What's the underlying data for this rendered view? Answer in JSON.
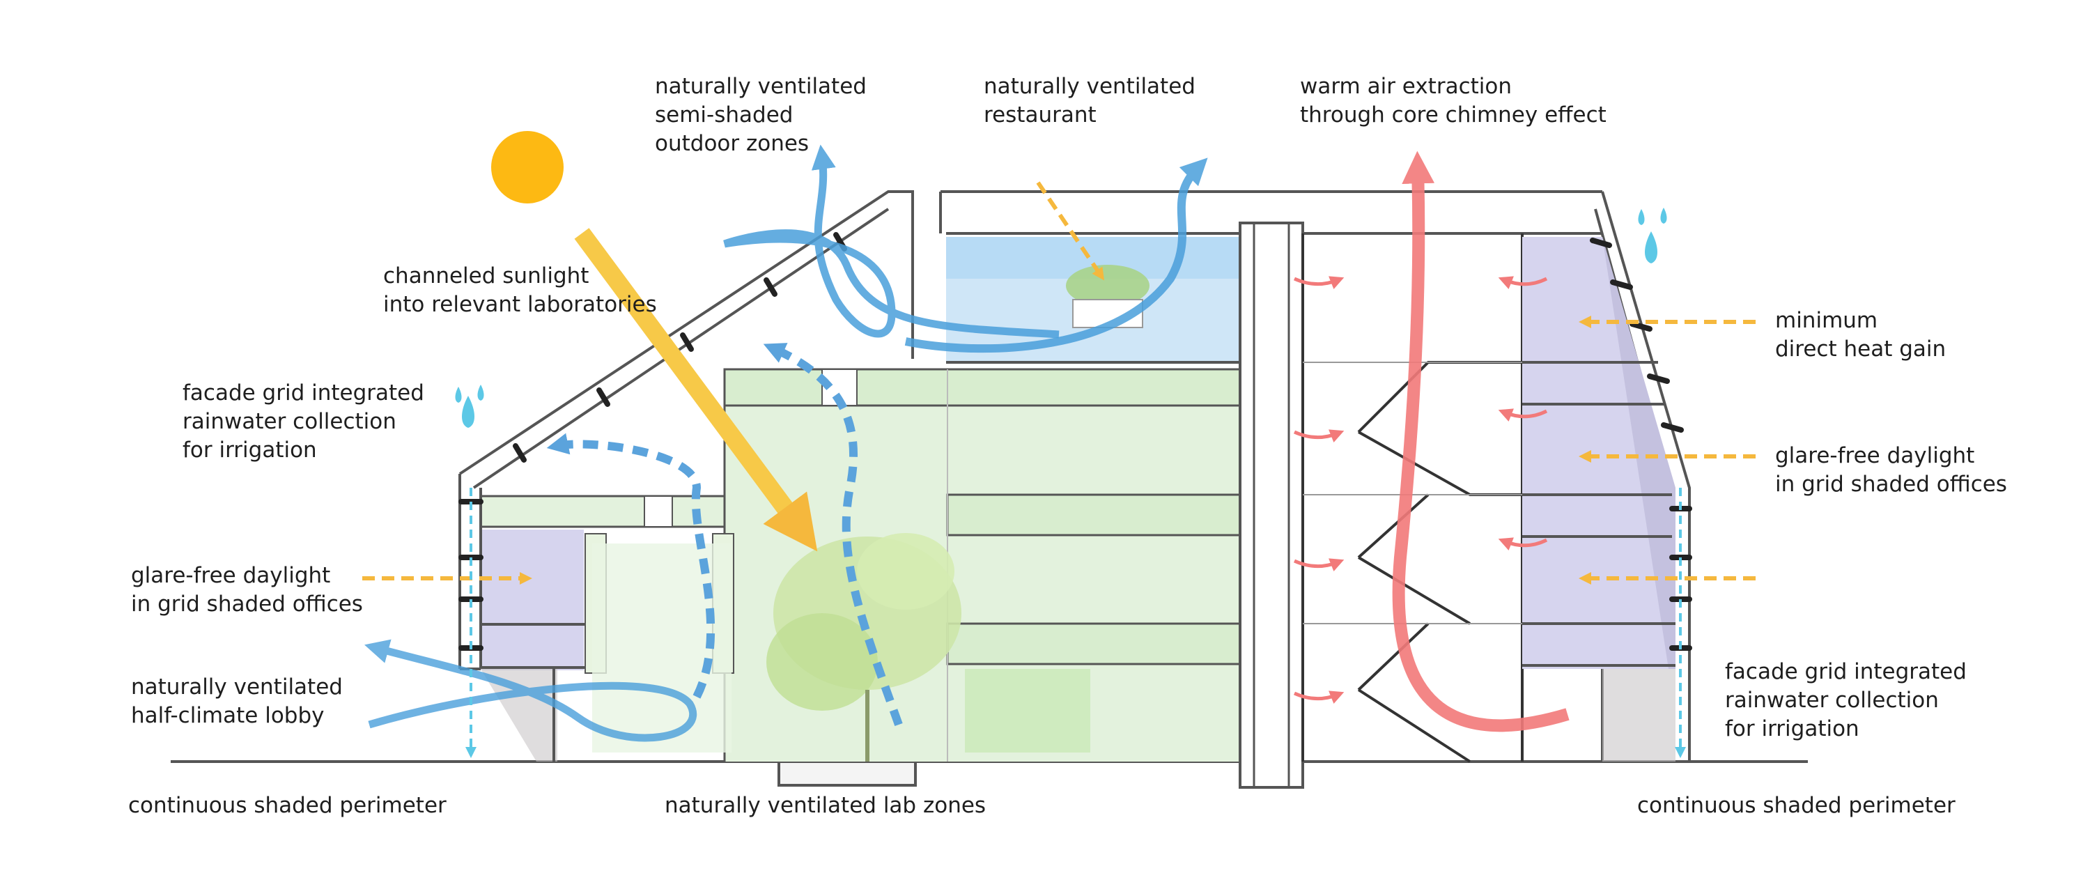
{
  "labels": {
    "outdoor_zones": [
      "naturally ventilated",
      "semi-shaded",
      "outdoor zones"
    ],
    "restaurant": [
      "naturally ventilated",
      "restaurant"
    ],
    "chimney": [
      "warm air extraction",
      "through core chimney effect"
    ],
    "sunlight": [
      "channeled sunlight",
      "into relevant laboratories"
    ],
    "rainwater_left": [
      "facade grid integrated",
      "rainwater collection",
      "for irrigation"
    ],
    "heat_gain": [
      "minimum",
      "direct heat gain"
    ],
    "daylight_right": [
      "glare-free daylight",
      "in grid shaded offices"
    ],
    "daylight_left": [
      "glare-free daylight",
      "in grid shaded offices"
    ],
    "lobby": [
      "naturally ventilated",
      "half-climate lobby"
    ],
    "rainwater_right": [
      "facade grid integrated",
      "rainwater collection",
      "for irrigation"
    ],
    "perimeter_left": "continuous shaded perimeter",
    "lab_zones": "naturally ventilated lab zones",
    "perimeter_right": "continuous shaded perimeter"
  },
  "colors": {
    "sun": "#FDB913",
    "sunlight_arrow": "#F7C948",
    "airflow_blue": "#4A9FDB",
    "airflow_blue_light": "#7FB9E6",
    "warm_air_red": "#F27A7A",
    "rain_cyan": "#5CC8E6",
    "heat_arrow_amber": "#F5B83D",
    "lab_green": "#E3F2DD",
    "office_lavender": "#D6D4EE",
    "restaurant_blue": "#CFE6F7",
    "structure": "#555555"
  }
}
